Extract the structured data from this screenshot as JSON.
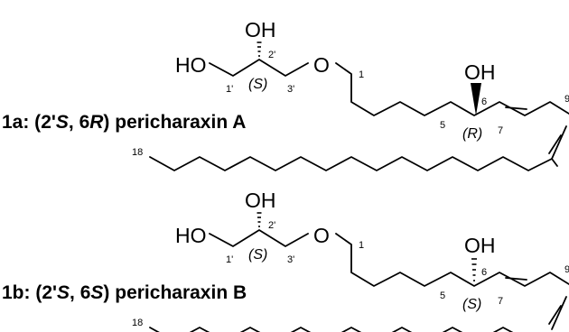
{
  "compounds": [
    {
      "id_label": "1a",
      "stereo_prime": "2'",
      "stereo_prime_cfg": "S",
      "stereo_c6": "6",
      "stereo_c6_cfg": "R",
      "name": "pericharaxin A",
      "atom_labels": {
        "oh_top": "OH",
        "ho_left": "HO",
        "ether_o": "O",
        "oh_c6": "OH"
      },
      "cfg_labels": {
        "c2p": "(S)",
        "c6": "(R)"
      },
      "locants": {
        "c1p": "1'",
        "c2p": "2'",
        "c3p": "3'",
        "c1": "1",
        "c5": "5",
        "c6": "6",
        "c7": "7",
        "c9": "9",
        "c18": "18"
      }
    },
    {
      "id_label": "1b",
      "stereo_prime": "2'",
      "stereo_prime_cfg": "S",
      "stereo_c6": "6",
      "stereo_c6_cfg": "S",
      "name": "pericharaxin B",
      "atom_labels": {
        "oh_top": "OH",
        "ho_left": "HO",
        "ether_o": "O",
        "oh_c6": "OH"
      },
      "cfg_labels": {
        "c2p": "(S)",
        "c6": "(S)"
      },
      "locants": {
        "c1p": "1'",
        "c2p": "2'",
        "c3p": "3'",
        "c1": "1",
        "c5": "5",
        "c6": "6",
        "c7": "7",
        "c9": "9",
        "c18": "18"
      }
    }
  ]
}
